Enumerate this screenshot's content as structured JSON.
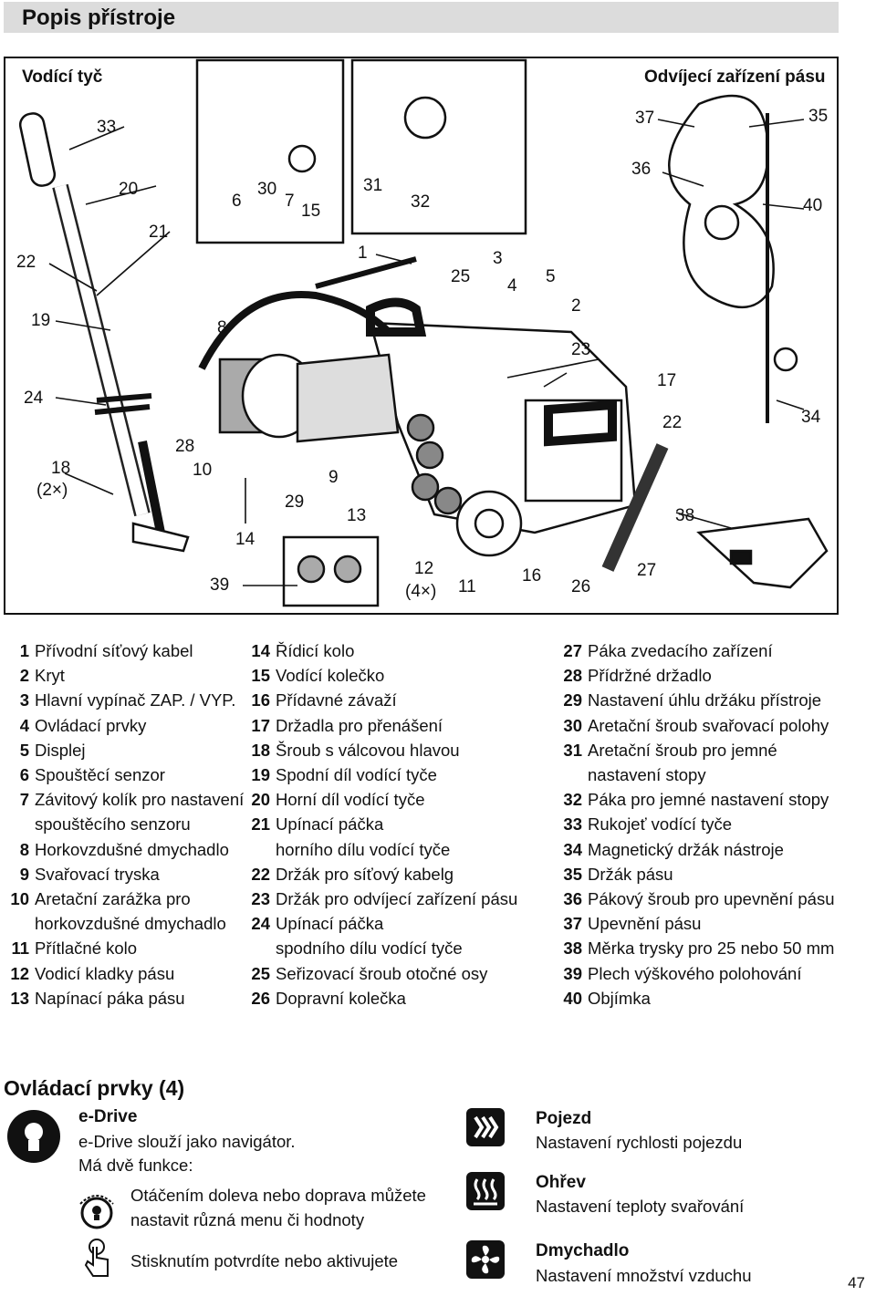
{
  "page_title": "Popis přístroje",
  "figure": {
    "heading_left": "Vodící tyč",
    "heading_right": "Odvíjecí zařízení pásu",
    "callouts": [
      "33",
      "20",
      "21",
      "22",
      "19",
      "24",
      "18",
      "(2×)",
      "28",
      "10",
      "14",
      "39",
      "29",
      "9",
      "13",
      "6",
      "30",
      "7",
      "15",
      "31",
      "32",
      "8",
      "1",
      "25",
      "3",
      "4",
      "5",
      "2",
      "23",
      "12",
      "(4×)",
      "11",
      "16",
      "26",
      "27",
      "38",
      "22",
      "17",
      "34",
      "37",
      "36",
      "35",
      "40"
    ]
  },
  "legend": {
    "col1": [
      {
        "num": "1",
        "text": "Přívodní síťový kabel"
      },
      {
        "num": "2",
        "text": "Kryt"
      },
      {
        "num": "3",
        "text": "Hlavní vypínač  ZAP. / VYP."
      },
      {
        "num": "4",
        "text": "Ovládací prvky"
      },
      {
        "num": "5",
        "text": "Displej"
      },
      {
        "num": "6",
        "text": "Spouštěcí senzor"
      },
      {
        "num": "7",
        "text": "Závitový kolík pro nastavení"
      },
      {
        "num": "",
        "text": "spouštěcího senzoru"
      },
      {
        "num": "8",
        "text": "Horkovzdušné dmychadlo"
      },
      {
        "num": "9",
        "text": "Svařovací tryska"
      },
      {
        "num": "10",
        "text": "Aretační zarážka pro"
      },
      {
        "num": "",
        "text": "horkovzdušné dmychadlo"
      },
      {
        "num": "11",
        "text": "Přítlačné kolo"
      },
      {
        "num": "12",
        "text": "Vodicí kladky pásu"
      },
      {
        "num": "13",
        "text": "Napínací páka pásu"
      }
    ],
    "col2": [
      {
        "num": "14",
        "text": "Řídicí kolo"
      },
      {
        "num": "15",
        "text": "Vodící kolečko"
      },
      {
        "num": "16",
        "text": "Přídavné závaží"
      },
      {
        "num": "17",
        "text": "Držadla pro přenášení"
      },
      {
        "num": "18",
        "text": "Šroub s válcovou hlavou"
      },
      {
        "num": "19",
        "text": "Spodní díl vodící tyče"
      },
      {
        "num": "20",
        "text": "Horní díl vodící tyče"
      },
      {
        "num": "21",
        "text": "Upínací páčka"
      },
      {
        "num": "",
        "text": "horního dílu vodící tyče"
      },
      {
        "num": "22",
        "text": "Držák pro síťový kabelg"
      },
      {
        "num": "23",
        "text": "Držák pro odvíjecí zařízení pásu"
      },
      {
        "num": "24",
        "text": "Upínací páčka"
      },
      {
        "num": "",
        "text": "spodního dílu vodící tyče"
      },
      {
        "num": "25",
        "text": "Seřizovací šroub otočné osy"
      },
      {
        "num": "26",
        "text": "Dopravní kolečka"
      }
    ],
    "col3": [
      {
        "num": "27",
        "text": "Páka zvedacího zařízení"
      },
      {
        "num": "28",
        "text": "Přídržné držadlo"
      },
      {
        "num": "29",
        "text": "Nastavení úhlu držáku přístroje"
      },
      {
        "num": "30",
        "text": "Aretační šroub svařovací polohy"
      },
      {
        "num": "31",
        "text": "Aretační šroub pro jemné"
      },
      {
        "num": "",
        "text": "nastavení stopy"
      },
      {
        "num": "32",
        "text": "Páka pro jemné nastavení stopy"
      },
      {
        "num": "33",
        "text": "Rukojeť vodící tyče"
      },
      {
        "num": "34",
        "text": "Magnetický držák nástroje"
      },
      {
        "num": "35",
        "text": "Držák pásu"
      },
      {
        "num": "36",
        "text": "Pákový šroub pro upevnění pásu"
      },
      {
        "num": "37",
        "text": "Upevnění pásu"
      },
      {
        "num": "38",
        "text": "Měrka trysky pro 25 nebo 50 mm"
      },
      {
        "num": "39",
        "text": "Plech výškového polohování"
      },
      {
        "num": "40",
        "text": "Objímka"
      }
    ]
  },
  "controls": {
    "section_title": "Ovládací prvky (4)",
    "edrive": {
      "title": "e-Drive",
      "line1": "e-Drive slouží jako navigátor.",
      "line2": "Má dvě funkce:",
      "turn_line1": "Otáčením doleva nebo doprava můžete",
      "turn_line2": "nastavit různá menu či hodnoty",
      "press": "Stisknutím potvrdíte nebo aktivujete"
    },
    "drive": {
      "title": "Pojezd",
      "text": "Nastavení rychlosti pojezdu"
    },
    "heat": {
      "title": "Ohřev",
      "text": "Nastavení teploty svařování"
    },
    "blower": {
      "title": "Dmychadlo",
      "text": "Nastavení množství vzduchu"
    }
  },
  "page_number": "47"
}
